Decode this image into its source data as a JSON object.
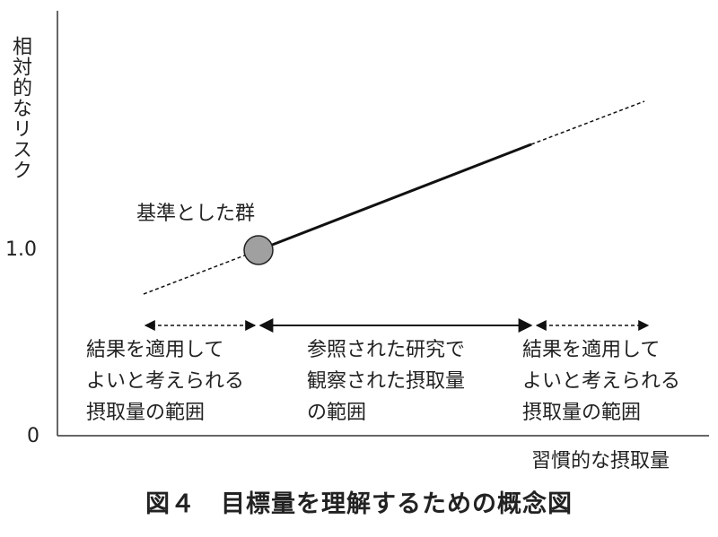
{
  "axes": {
    "y_label": "相対的なリスク",
    "x_label": "習慣的な摂取量",
    "tick_one": "1.0",
    "tick_zero": "0"
  },
  "reference_group": {
    "label": "基準とした群"
  },
  "ranges": {
    "left": [
      "結果を適用して",
      "よいと考えられる",
      "摂取量の範囲"
    ],
    "middle": [
      "参照された研究で",
      "観察された摂取量",
      "の範囲"
    ],
    "right": [
      "結果を適用して",
      "よいと考えられる",
      "摂取量の範囲"
    ]
  },
  "caption": "図４　目標量を理解するための概念図",
  "colors": {
    "line": "#111111",
    "marker_fill": "#a0a0a0"
  }
}
